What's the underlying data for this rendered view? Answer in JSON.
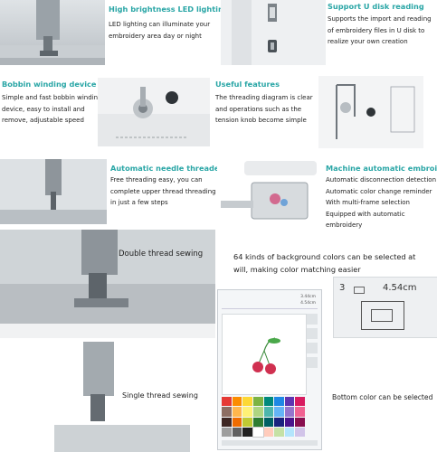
{
  "colors": {
    "accent": "#2aa6a6",
    "text": "#222222"
  },
  "sections": {
    "led": {
      "title": "High brightness LED lighting",
      "text": [
        "LED lighting can illuminate your",
        "embroidery area day or night"
      ]
    },
    "usb": {
      "title": "Support U disk reading",
      "text": [
        "Supports the import and reading",
        "of embroidery files in U disk to",
        "realize your own creation"
      ]
    },
    "bobbin": {
      "title": "Bobbin winding device",
      "text": [
        "Simple and fast bobbin winding",
        "device, easy to install and",
        "remove, adjustable speed"
      ]
    },
    "useful": {
      "title": "Useful features",
      "text": [
        "The threading diagram is clear",
        "and operations such as the",
        "tension knob become simple"
      ]
    },
    "threader": {
      "title": "Automatic needle threader",
      "text": [
        "Free threading easy, you can",
        "complete upper thread threading",
        "in just a few steps"
      ]
    },
    "embroidery": {
      "title": "Machine automatic embroidery",
      "text": [
        "Automatic disconnection detection",
        "Automatic color change reminder",
        "With multi-frame selection",
        "Equipped with automatic embroidery"
      ]
    }
  },
  "captions": {
    "double": "Double thread sewing",
    "single": "Single thread sewing",
    "colors_line1": "64 kinds of background colors can be selected at",
    "colors_line2": "will, making color matching easier",
    "bottom_color": "Bottom color can be selected"
  },
  "zoom_display": {
    "number": "3",
    "size": "4.54cm"
  },
  "screen": {
    "dim1": "3.44cm",
    "dim2": "4.54cm"
  }
}
